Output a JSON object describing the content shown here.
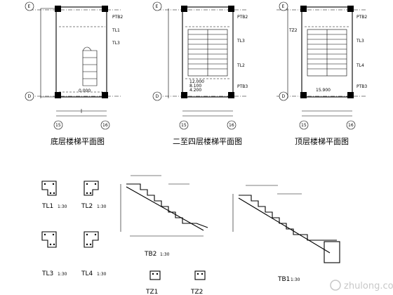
{
  "plans": [
    {
      "title": "底层楼梯平面图",
      "axes": {
        "tl": "E",
        "bl": "D",
        "b1": "15",
        "b2": "16"
      },
      "labels": {
        "tb2": "PTB2",
        "tl1": "TL1",
        "tl3": "TL3",
        "elev": "0.000"
      }
    },
    {
      "title": "二至四层楼梯平面图",
      "axes": {
        "tl": "E",
        "bl": "D",
        "b1": "15",
        "b2": "16"
      },
      "labels": {
        "tb2": "PTB2",
        "tl3": "TL3",
        "tl2": "TL2",
        "tb3": "PTB3",
        "e1": "12.000",
        "e2": "8.100",
        "e3": "4.200"
      }
    },
    {
      "title": "顶层楼梯平面图",
      "axes": {
        "tl": "E",
        "bl": "D",
        "b1": "15",
        "b2": "16"
      },
      "labels": {
        "tb2": "PTB2",
        "tz2": "TZ2",
        "tl3": "TL3",
        "tl4": "TL4",
        "tb3": "PTB3",
        "elev": "15.900"
      }
    }
  ],
  "sections": {
    "tl1": {
      "name": "TL1",
      "scale": "1:30"
    },
    "tl2": {
      "name": "TL2",
      "scale": "1:30"
    },
    "tl3": {
      "name": "TL3",
      "scale": "1:30"
    },
    "tl4": {
      "name": "TL4",
      "scale": "1:30"
    },
    "tb2": {
      "name": "TB2",
      "scale": "1:30"
    },
    "tb1": {
      "name": "TB1",
      "scale": "1:30"
    },
    "tz1": {
      "name": "TZ1"
    },
    "tz2": {
      "name": "TZ2"
    }
  },
  "watermark": "zhulong.com"
}
